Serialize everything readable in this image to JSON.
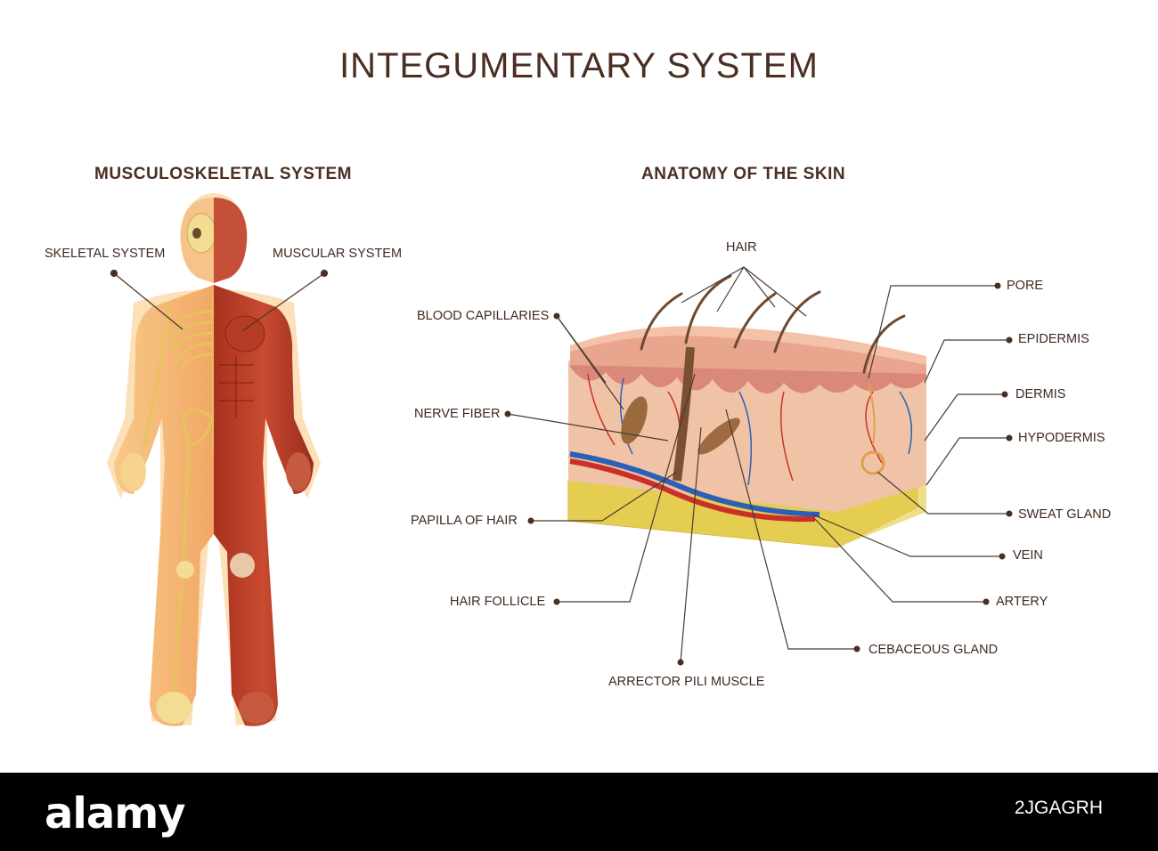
{
  "title": "INTEGUMENTARY SYSTEM",
  "left": {
    "heading": "MUSCULOSKELETAL SYSTEM",
    "labels": {
      "skeletal": "SKELETAL SYSTEM",
      "muscular": "MUSCULAR SYSTEM"
    }
  },
  "right": {
    "heading": "ANATOMY OF THE SKIN",
    "labels": {
      "hair": "HAIR",
      "pore": "PORE",
      "blood_capillaries": "BLOOD CAPILLARIES",
      "epidermis": "EPIDERMIS",
      "dermis": "DERMIS",
      "nerve_fiber": "NERVE FIBER",
      "hypodermis": "HYPODERMIS",
      "sweat_gland": "SWEAT GLAND",
      "papilla_of_hair": "PAPILLA OF HAIR",
      "vein": "VEIN",
      "hair_follicle": "HAIR FOLLICLE",
      "artery": "ARTERY",
      "cebaceous_gland": "CEBACEOUS GLAND",
      "arrector_pili_muscle": "ARRECTOR PILI MUSCLE"
    }
  },
  "watermark": {
    "logo": "alamy",
    "code": "2JGAGRH"
  },
  "colors": {
    "text": "#4a2e22",
    "line": "#5a3d30",
    "bone": "#f2d37a",
    "muscle": "#b8402a",
    "skin": "#f6b87c",
    "fat": "#e8cf4a",
    "vein": "#2b5fb8",
    "artery": "#c9302a"
  }
}
